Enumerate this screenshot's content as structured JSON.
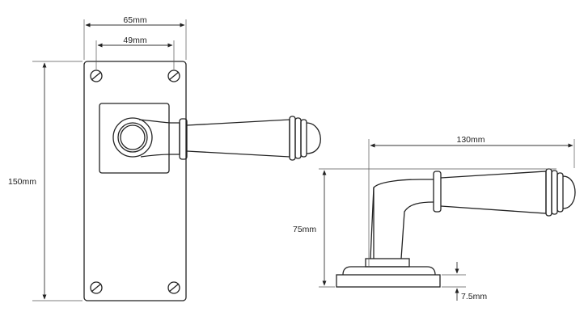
{
  "dimensions": {
    "backplate_width": "65mm",
    "screw_spacing": "49mm",
    "backplate_height": "150mm",
    "lever_length": "130mm",
    "lever_height": "75mm",
    "rose_thickness": "7.5mm"
  },
  "colors": {
    "line": "#222222",
    "background": "#ffffff"
  }
}
